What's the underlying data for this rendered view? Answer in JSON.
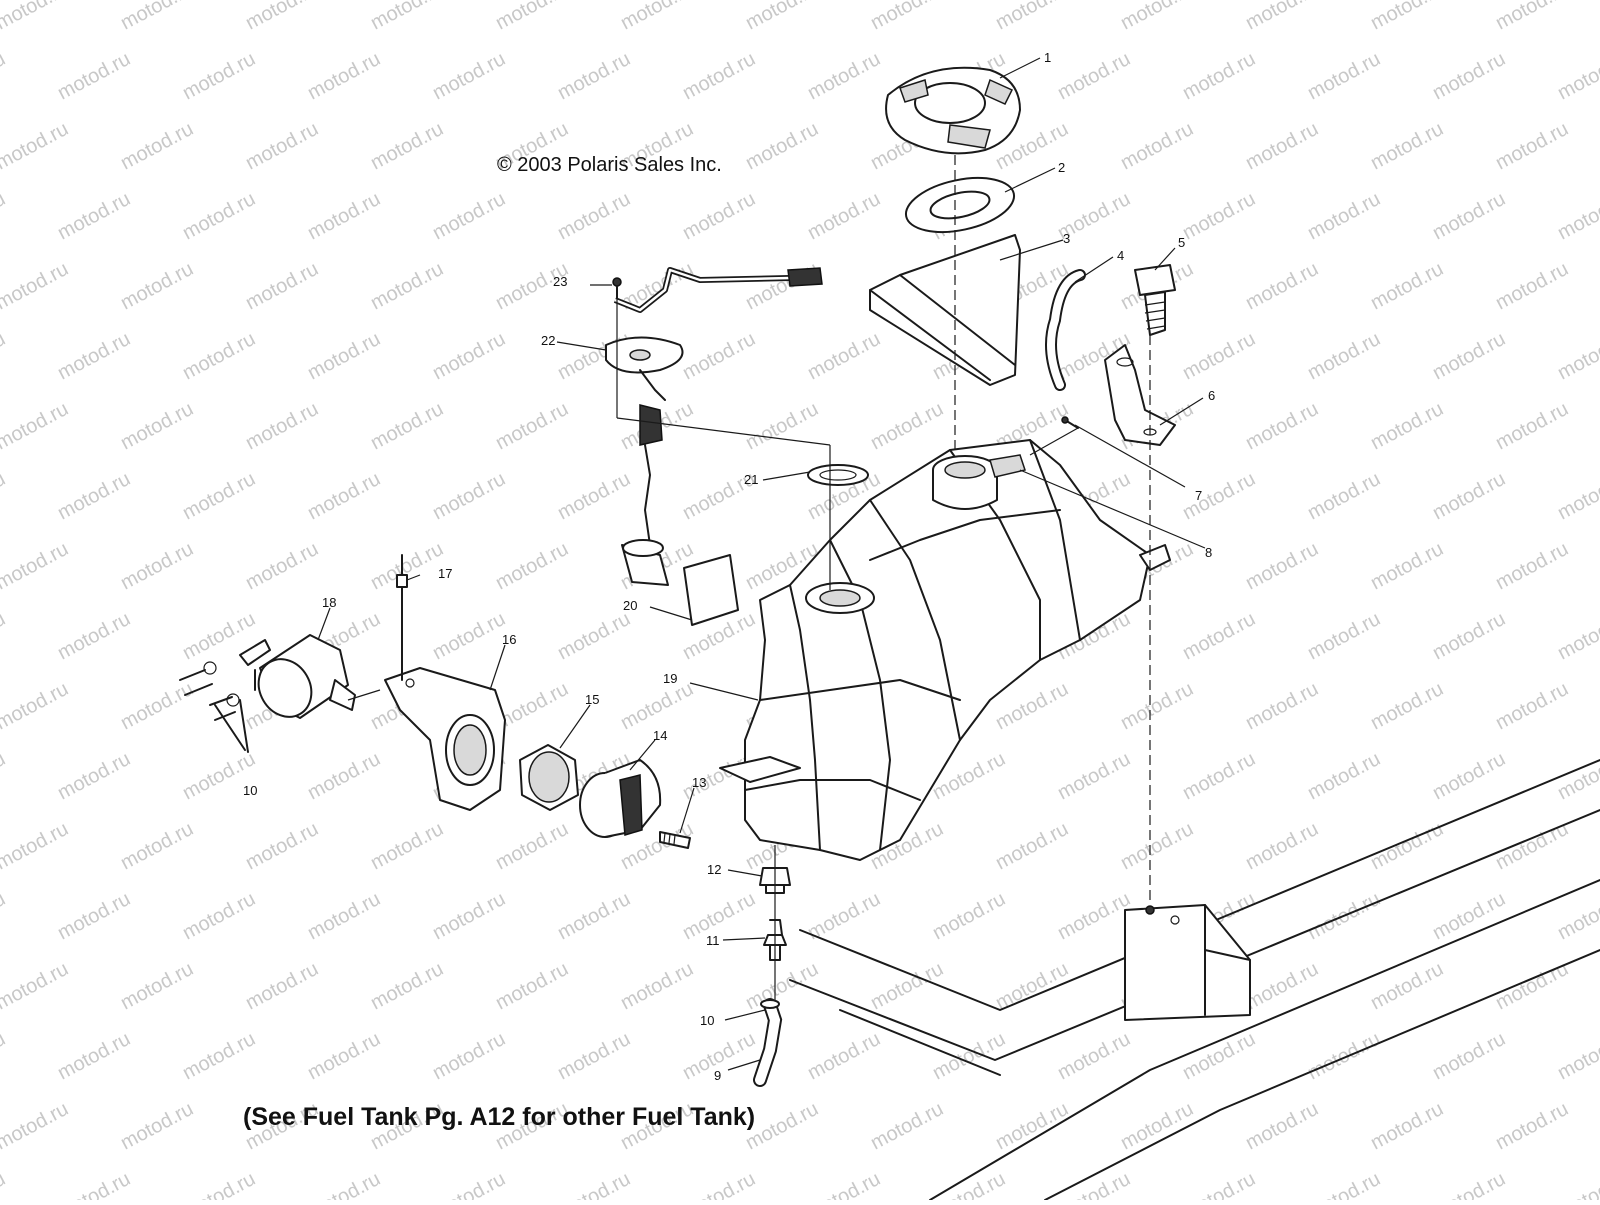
{
  "watermark_text": "motod.ru",
  "copyright": "© 2003 Polaris Sales Inc.",
  "footnote": "(See Fuel Tank Pg. A12 for other Fuel Tank)",
  "callouts": [
    "1",
    "2",
    "3",
    "4",
    "5",
    "6",
    "7",
    "8",
    "9",
    "10",
    "10",
    "11",
    "12",
    "13",
    "14",
    "15",
    "16",
    "17",
    "18",
    "19",
    "20",
    "21",
    "22",
    "23"
  ]
}
